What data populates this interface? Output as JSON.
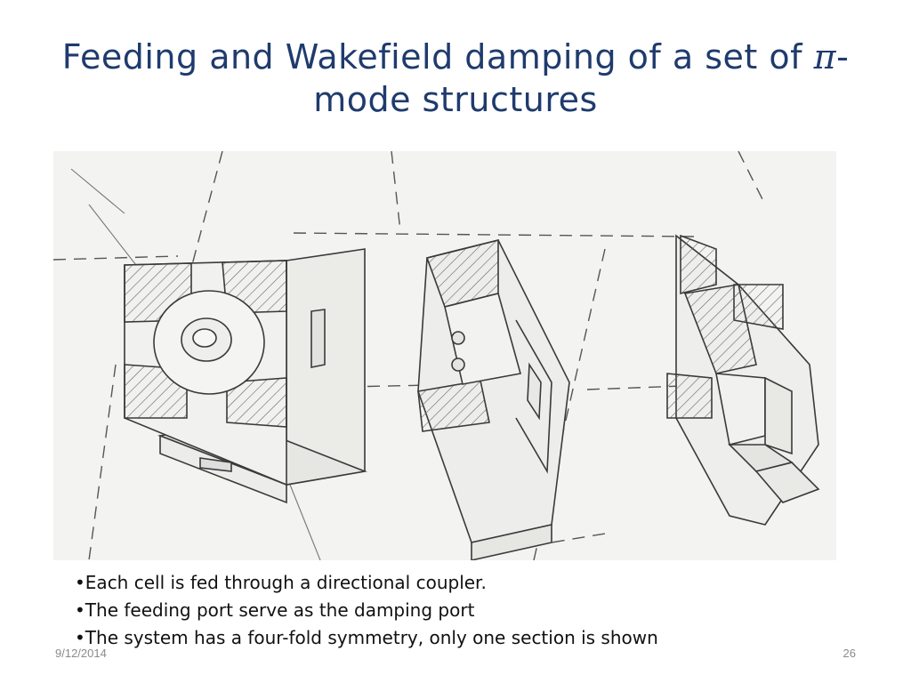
{
  "title": {
    "prefix": "Feeding and Wakefield damping of a set of ",
    "symbol": "π",
    "suffix": "-mode structures"
  },
  "figure": {
    "kind": "hand-drawn pencil sketch",
    "subject": "three rf cell structures with hatched sections"
  },
  "bullets": [
    "•Each cell is fed through a directional coupler.",
    "•The feeding port serve as the damping port",
    "•The system has a four-fold symmetry, only one section is shown"
  ],
  "footer": {
    "date": "9/12/2014",
    "page": "26"
  }
}
